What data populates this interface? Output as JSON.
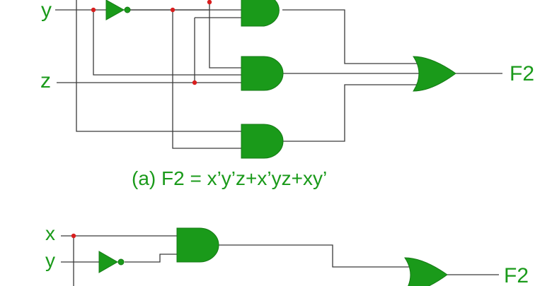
{
  "colors": {
    "gate": "#1a9a1a",
    "wire": "#3a3a3a",
    "junction": "#d81e1e",
    "label": "#1a9a1a"
  },
  "circuit_a": {
    "inputs": {
      "y": "y",
      "z": "z"
    },
    "output": "F2",
    "caption": "(a) F2 = x’y’z+x’yz+xy’"
  },
  "circuit_b": {
    "inputs": {
      "x": "x",
      "y": "y"
    },
    "output": "F2"
  },
  "icons": [
    "and-gate-icon",
    "or-gate-icon",
    "not-gate-icon"
  ]
}
